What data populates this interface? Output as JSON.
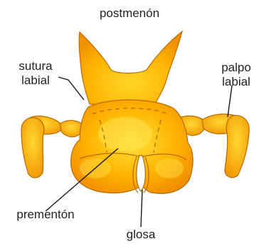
{
  "labels": {
    "postmenon": "postmenón",
    "sutura_labial_line1": "sutura",
    "sutura_labial_line2": "labial",
    "palpo_labial_line1": "palpo",
    "palpo_labial_line2": "labial",
    "prementon": "prementón",
    "glosa": "glosa"
  },
  "colors": {
    "body_light": "#ffd22a",
    "body_mid": "#ffb000",
    "body_dark": "#ef8a00",
    "outline": "#b86a00"
  }
}
